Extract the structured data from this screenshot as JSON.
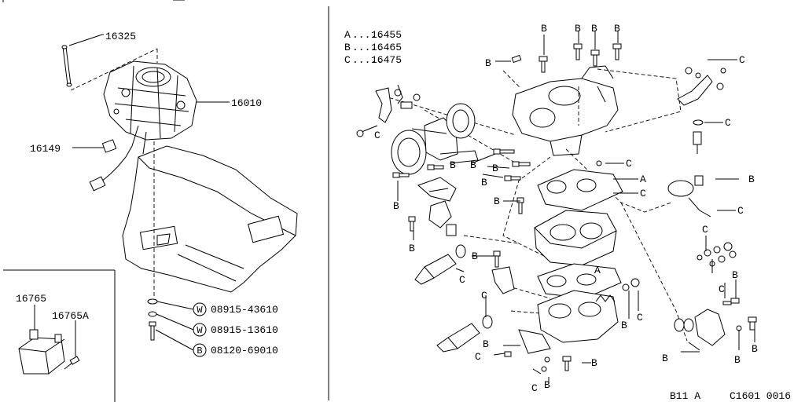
{
  "left_panel": {
    "part_16325": "16325",
    "part_16010": "16010",
    "part_16149": "16149",
    "washer_1": {
      "badge": "W",
      "number": "08915-43610"
    },
    "washer_2": {
      "badge": "W",
      "number": "08915-13610"
    },
    "bolt_1": {
      "badge": "B",
      "number": "08120-69010"
    }
  },
  "inset_panel": {
    "part_16765": "16765",
    "part_16765A": "16765A"
  },
  "right_panel": {
    "legend": [
      {
        "key": "A",
        "value": "16455"
      },
      {
        "key": "B",
        "value": "16465"
      },
      {
        "key": "C",
        "value": "16475"
      }
    ],
    "callouts": {
      "A": "A",
      "B": "B",
      "C": "C"
    }
  },
  "footer": {
    "code_left": "B11 A",
    "code_right": "C1601 0016"
  }
}
